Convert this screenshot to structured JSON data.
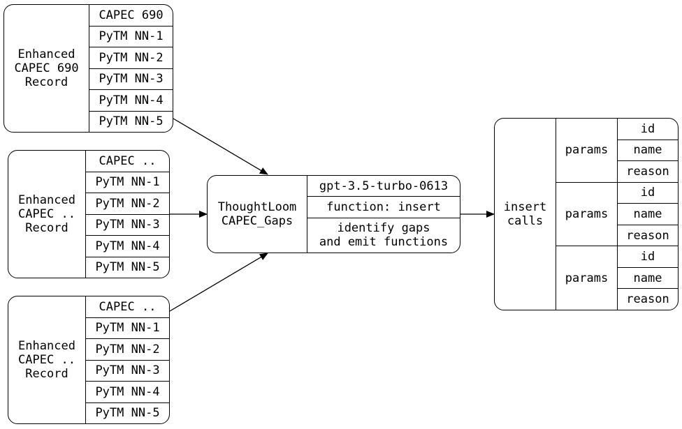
{
  "records": [
    {
      "label": "Enhanced\nCAPEC 690\nRecord",
      "fields": [
        "CAPEC 690",
        "PyTM NN-1",
        "PyTM NN-2",
        "PyTM NN-3",
        "PyTM NN-4",
        "PyTM NN-5"
      ]
    },
    {
      "label": "Enhanced\nCAPEC ..\nRecord",
      "fields": [
        "CAPEC ..",
        "PyTM NN-1",
        "PyTM NN-2",
        "PyTM NN-3",
        "PyTM NN-4",
        "PyTM NN-5"
      ]
    },
    {
      "label": "Enhanced\nCAPEC ..\nRecord",
      "fields": [
        "CAPEC ..",
        "PyTM NN-1",
        "PyTM NN-2",
        "PyTM NN-3",
        "PyTM NN-4",
        "PyTM NN-5"
      ]
    }
  ],
  "processor": {
    "label": "ThoughtLoom\nCAPEC_Gaps",
    "fields": [
      "gpt-3.5-turbo-0613",
      "function: insert",
      "identify gaps\nand emit functions"
    ]
  },
  "output": {
    "label": "insert\ncalls",
    "param_groups": [
      {
        "label": "params",
        "fields": [
          "id",
          "name",
          "reason"
        ]
      },
      {
        "label": "params",
        "fields": [
          "id",
          "name",
          "reason"
        ]
      },
      {
        "label": "params",
        "fields": [
          "id",
          "name",
          "reason"
        ]
      }
    ]
  }
}
